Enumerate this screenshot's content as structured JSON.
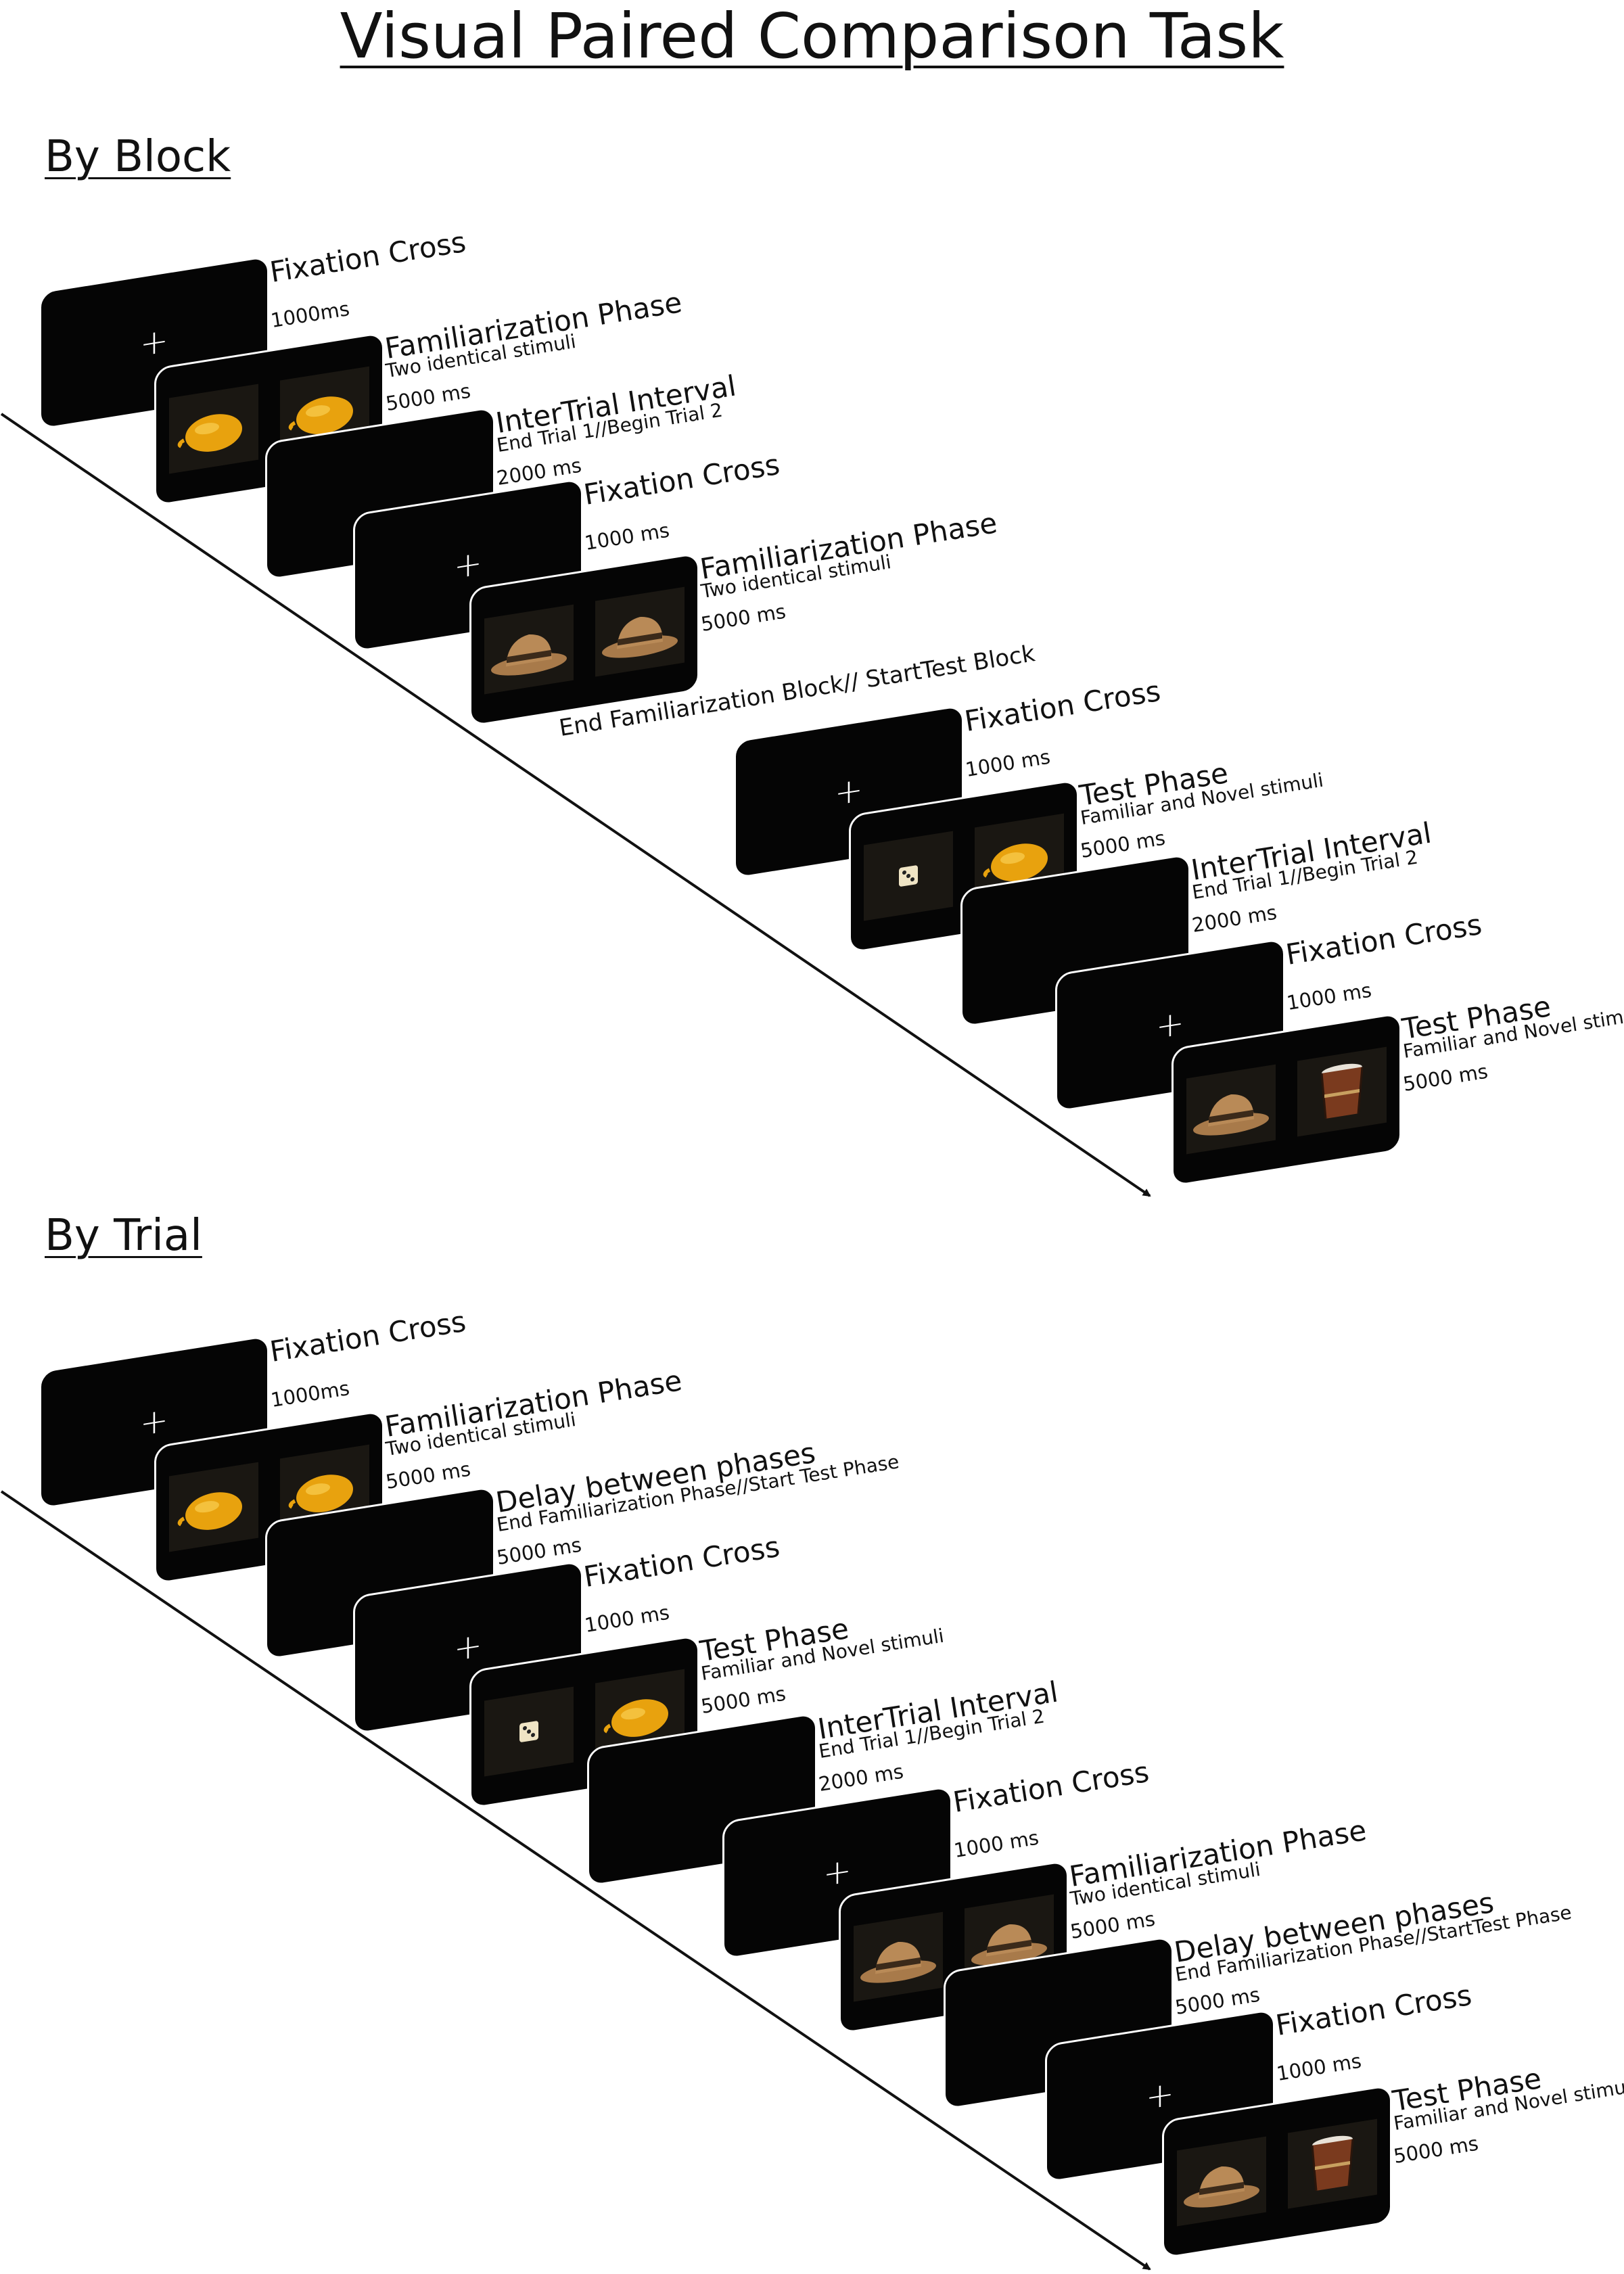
{
  "title": "Visual Paired Comparison Task",
  "colors": {
    "screen": "#050505",
    "screen_border": "#ffffff",
    "stim_bg": "#1a1712",
    "lemon": "#e8a20e",
    "hat": "#a87a4a",
    "drum": "#7a3a1e",
    "dice": "#efe4c4"
  },
  "sections": {
    "block": {
      "heading": "By Block",
      "between_label": "End Familiarization Block// StartTest Block",
      "steps": [
        {
          "title": "Fixation Cross",
          "sub": "",
          "time": "1000ms",
          "content": "cross"
        },
        {
          "title": "Familiarization Phase",
          "sub": "Two identical stimuli",
          "time": "5000 ms",
          "content": [
            "lemon",
            "lemon"
          ]
        },
        {
          "title": "InterTrial Interval",
          "sub": "End Trial 1//Begin Trial 2",
          "time": "2000 ms",
          "content": "blank"
        },
        {
          "title": "Fixation Cross",
          "sub": "",
          "time": "1000 ms",
          "content": "cross"
        },
        {
          "title": "Familiarization Phase",
          "sub": "Two identical stimuli",
          "time": "5000 ms",
          "content": [
            "hat",
            "hat"
          ]
        },
        {
          "title": "Fixation Cross",
          "sub": "",
          "time": "1000 ms",
          "content": "cross"
        },
        {
          "title": "Test Phase",
          "sub": "Familiar and Novel stimuli",
          "time": "5000 ms",
          "content": [
            "dice",
            "lemon"
          ]
        },
        {
          "title": "InterTrial Interval",
          "sub": "End Trial 1//Begin Trial 2",
          "time": "2000 ms",
          "content": "blank"
        },
        {
          "title": "Fixation Cross",
          "sub": "",
          "time": "1000 ms",
          "content": "cross"
        },
        {
          "title": "Test Phase",
          "sub": "Familiar and Novel stimuli",
          "time": "5000 ms",
          "content": [
            "hat",
            "drum"
          ]
        }
      ]
    },
    "trial": {
      "heading": "By Trial",
      "steps": [
        {
          "title": "Fixation Cross",
          "sub": "",
          "time": "1000ms",
          "content": "cross"
        },
        {
          "title": "Familiarization Phase",
          "sub": "Two identical stimuli",
          "time": "5000 ms",
          "content": [
            "lemon",
            "lemon"
          ]
        },
        {
          "title": "Delay between phases",
          "sub": "End Familiarization Phase//Start Test Phase",
          "time": "5000 ms",
          "content": "blank"
        },
        {
          "title": "Fixation Cross",
          "sub": "",
          "time": "1000 ms",
          "content": "cross"
        },
        {
          "title": "Test Phase",
          "sub": "Familiar and Novel stimuli",
          "time": "5000 ms",
          "content": [
            "dice",
            "lemon"
          ]
        },
        {
          "title": "InterTrial Interval",
          "sub": "End Trial 1//Begin Trial 2",
          "time": "2000 ms",
          "content": "blank"
        },
        {
          "title": "Fixation Cross",
          "sub": "",
          "time": "1000 ms",
          "content": "cross"
        },
        {
          "title": "Familiarization Phase",
          "sub": "Two identical stimuli",
          "time": "5000 ms",
          "content": [
            "hat",
            "hat"
          ]
        },
        {
          "title": "Delay between phases",
          "sub": "End Familiarization Phase//StartTest Phase",
          "time": "5000 ms",
          "content": "blank"
        },
        {
          "title": "Fixation Cross",
          "sub": "",
          "time": "1000 ms",
          "content": "cross"
        },
        {
          "title": "Test Phase",
          "sub": "Familiar and Novel stimuli",
          "time": "5000 ms",
          "content": [
            "hat",
            "drum"
          ]
        }
      ]
    }
  }
}
